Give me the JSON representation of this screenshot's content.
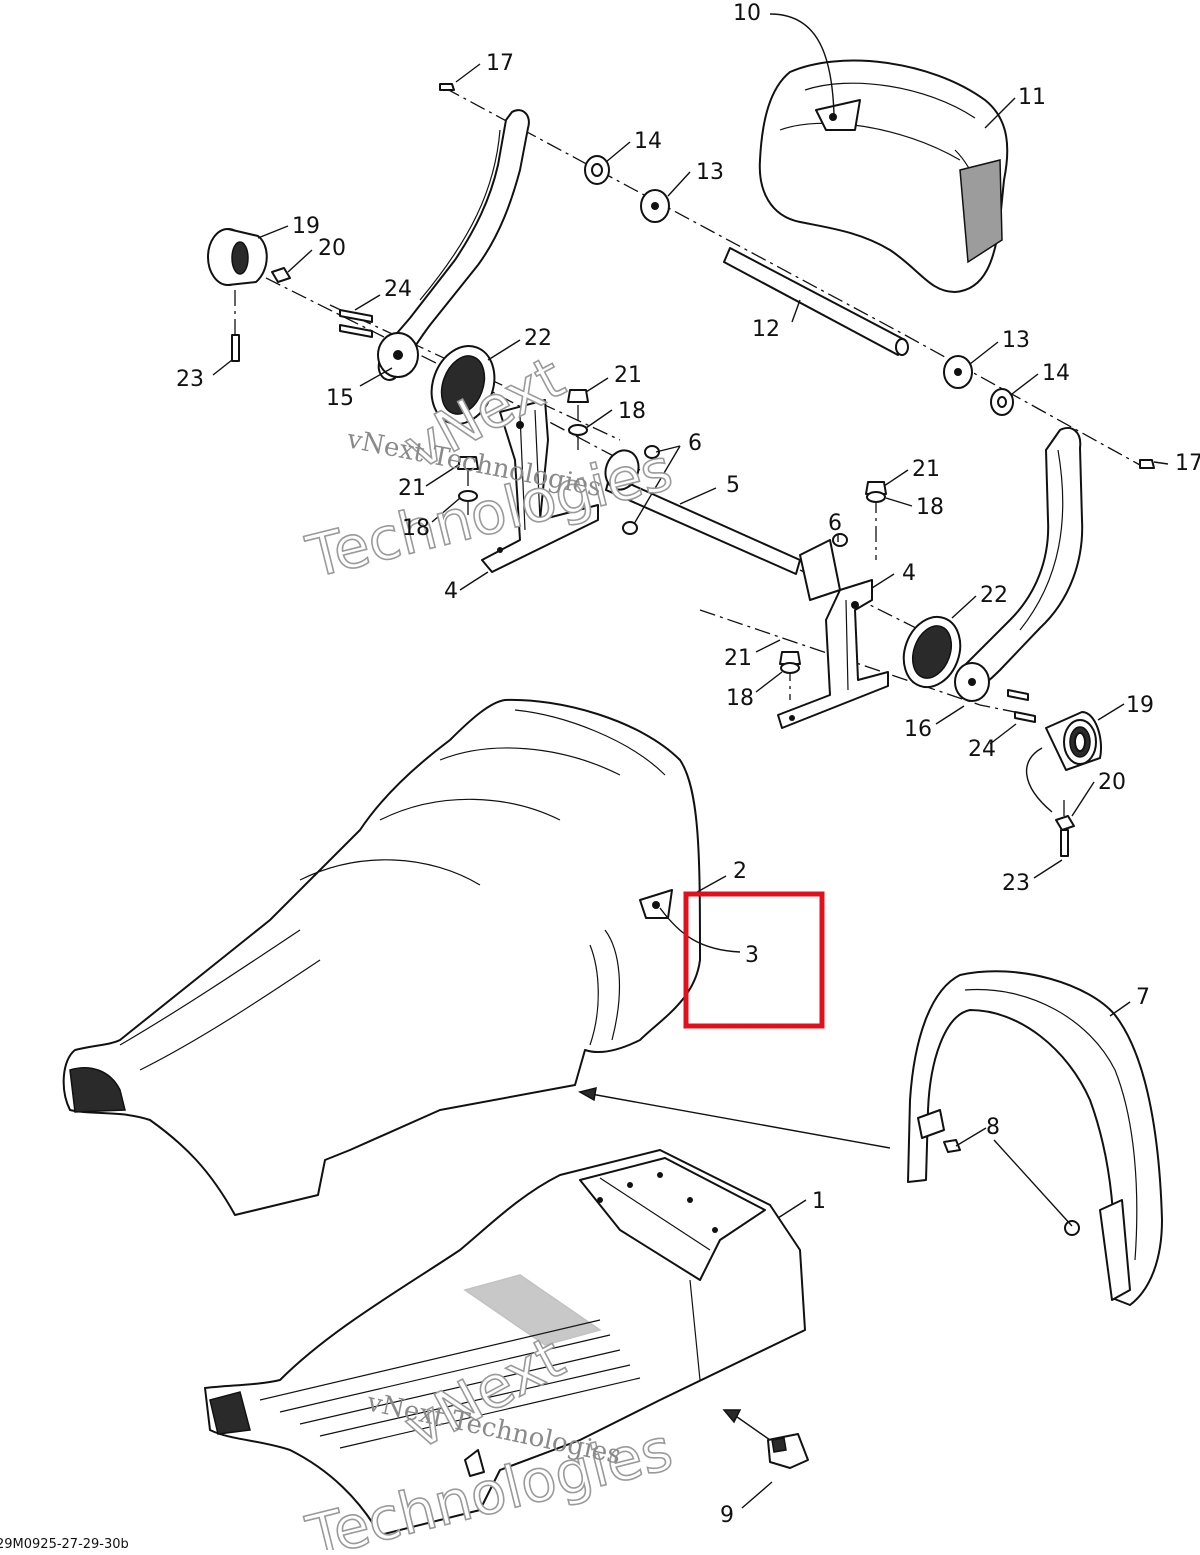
{
  "diagram": {
    "callouts": [
      {
        "id": "c10",
        "label": "10"
      },
      {
        "id": "c11",
        "label": "11"
      },
      {
        "id": "c17a",
        "label": "17"
      },
      {
        "id": "c14a",
        "label": "14"
      },
      {
        "id": "c13a",
        "label": "13"
      },
      {
        "id": "c19a",
        "label": "19"
      },
      {
        "id": "c20a",
        "label": "20"
      },
      {
        "id": "c24a",
        "label": "24"
      },
      {
        "id": "c22a",
        "label": "22"
      },
      {
        "id": "c23a",
        "label": "23"
      },
      {
        "id": "c15",
        "label": "15"
      },
      {
        "id": "c12",
        "label": "12"
      },
      {
        "id": "c13b",
        "label": "13"
      },
      {
        "id": "c14b",
        "label": "14"
      },
      {
        "id": "c21a",
        "label": "21"
      },
      {
        "id": "c18a",
        "label": "18"
      },
      {
        "id": "c6a",
        "label": "6"
      },
      {
        "id": "c17b",
        "label": "17"
      },
      {
        "id": "c21b",
        "label": "21"
      },
      {
        "id": "c18b",
        "label": "18"
      },
      {
        "id": "c5",
        "label": "5"
      },
      {
        "id": "c21c",
        "label": "21"
      },
      {
        "id": "c18c",
        "label": "18"
      },
      {
        "id": "c4a",
        "label": "4"
      },
      {
        "id": "c6b",
        "label": "6"
      },
      {
        "id": "c4b",
        "label": "4"
      },
      {
        "id": "c22b",
        "label": "22"
      },
      {
        "id": "c21d",
        "label": "21"
      },
      {
        "id": "c18d",
        "label": "18"
      },
      {
        "id": "c19b",
        "label": "19"
      },
      {
        "id": "c16",
        "label": "16"
      },
      {
        "id": "c24b",
        "label": "24"
      },
      {
        "id": "c20b",
        "label": "20"
      },
      {
        "id": "c23b",
        "label": "23"
      },
      {
        "id": "c2",
        "label": "2"
      },
      {
        "id": "c3",
        "label": "3"
      },
      {
        "id": "c7",
        "label": "7"
      },
      {
        "id": "c8",
        "label": "8"
      },
      {
        "id": "c1",
        "label": "1"
      },
      {
        "id": "c9",
        "label": "9"
      }
    ],
    "watermarks": {
      "top_small": "vNext Technologies",
      "top_big_line1": "vNext",
      "top_big_line2": "Technologies",
      "bottom_small": "vNext Technologies",
      "bottom_big_line1": "vNext",
      "bottom_big_line2": "Technologies"
    },
    "figure_code": "29M0925-27-29-30b",
    "highlight_color": "#e0101c",
    "line_color": "#111111"
  }
}
